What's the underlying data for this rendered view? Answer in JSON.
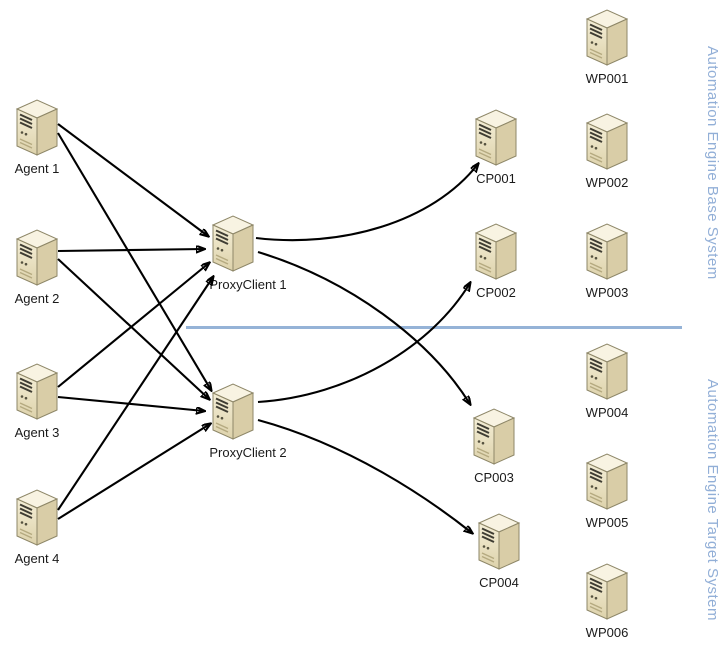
{
  "zones": {
    "base_label": "Automation Engine Base System",
    "target_label": "Automation Engine Target System"
  },
  "nodes": {
    "agents": [
      {
        "label": "Agent 1"
      },
      {
        "label": "Agent 2"
      },
      {
        "label": "Agent 3"
      },
      {
        "label": "Agent 4"
      }
    ],
    "proxies": [
      {
        "label": "ProxyClient 1"
      },
      {
        "label": "ProxyClient 2"
      }
    ],
    "cps": [
      {
        "label": "CP001"
      },
      {
        "label": "CP002"
      },
      {
        "label": "CP003"
      },
      {
        "label": "CP004"
      }
    ],
    "wps": [
      {
        "label": "WP001"
      },
      {
        "label": "WP002"
      },
      {
        "label": "WP003"
      },
      {
        "label": "WP004"
      },
      {
        "label": "WP005"
      },
      {
        "label": "WP006"
      }
    ]
  },
  "connections": [
    {
      "from": "Agent 1",
      "to": "ProxyClient 1"
    },
    {
      "from": "Agent 1",
      "to": "ProxyClient 2"
    },
    {
      "from": "Agent 2",
      "to": "ProxyClient 1"
    },
    {
      "from": "Agent 2",
      "to": "ProxyClient 2"
    },
    {
      "from": "Agent 3",
      "to": "ProxyClient 1"
    },
    {
      "from": "Agent 3",
      "to": "ProxyClient 2"
    },
    {
      "from": "Agent 4",
      "to": "ProxyClient 1"
    },
    {
      "from": "Agent 4",
      "to": "ProxyClient 2"
    },
    {
      "from": "ProxyClient 1",
      "to": "CP001"
    },
    {
      "from": "ProxyClient 1",
      "to": "CP003"
    },
    {
      "from": "ProxyClient 2",
      "to": "CP002"
    },
    {
      "from": "ProxyClient 2",
      "to": "CP004"
    }
  ],
  "colors": {
    "zone_text": "#92afd7",
    "divider": "#95b3d7",
    "arrow": "#000000"
  }
}
